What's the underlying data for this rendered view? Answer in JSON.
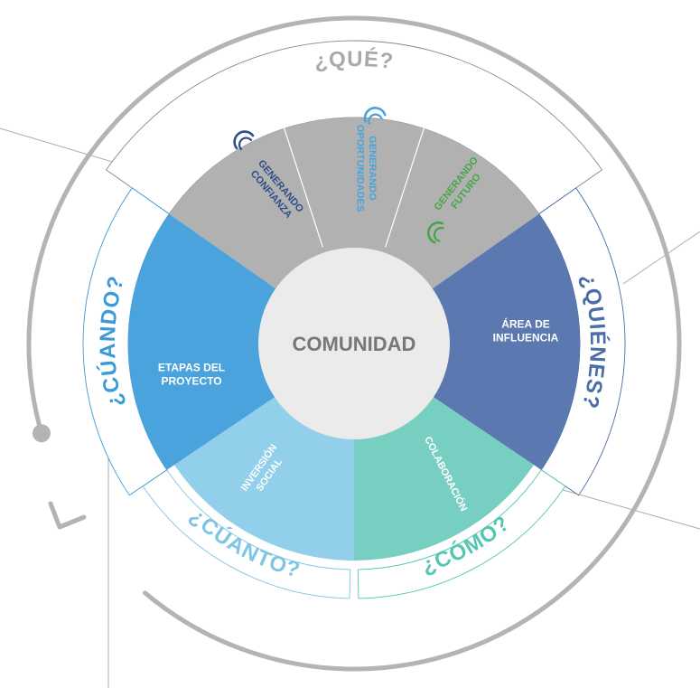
{
  "center": {
    "label": "COMUNIDAD"
  },
  "questions": {
    "que": "¿QUÉ?",
    "quienes": "¿QUIÉNES?",
    "como": "¿CÓMO?",
    "cuanto": "¿CÚANTO?",
    "cuando": "¿CÚANDO?"
  },
  "top_segments": {
    "confianza": [
      "GENERANDO",
      "CONFIANZA"
    ],
    "oportunidades": [
      "GENERANDO",
      "OPORTUNIDADES"
    ],
    "futuro": [
      "GENERANDO",
      "FUTURO"
    ]
  },
  "sectors": {
    "area": [
      "ÁREA DE",
      "INFLUENCIA"
    ],
    "colaboracion": [
      "COLABORACIÓN"
    ],
    "inversion": [
      "INVERSIÓN",
      "SOCIAL"
    ],
    "etapas": [
      "ETAPAS DEL",
      "PROYECTO"
    ]
  },
  "colors": {
    "gray_sector": "#b1b1b1",
    "gray_ring": "#b4b4b4",
    "center": "#ebebeb",
    "center_text": "#777777",
    "que": "#a9a9a9",
    "quienes": "#4a6ea6",
    "area": "#5b79b0",
    "colaboracion": "#76cfc0",
    "como": "#55c6b4",
    "inversion": "#92cfea",
    "cuanto": "#7ec6e2",
    "etapas": "#4aa3dc",
    "cuando": "#3a9bd8",
    "confianza": "#2d4d8a",
    "oportunidades": "#4aa3dc",
    "futuro": "#46a547"
  }
}
